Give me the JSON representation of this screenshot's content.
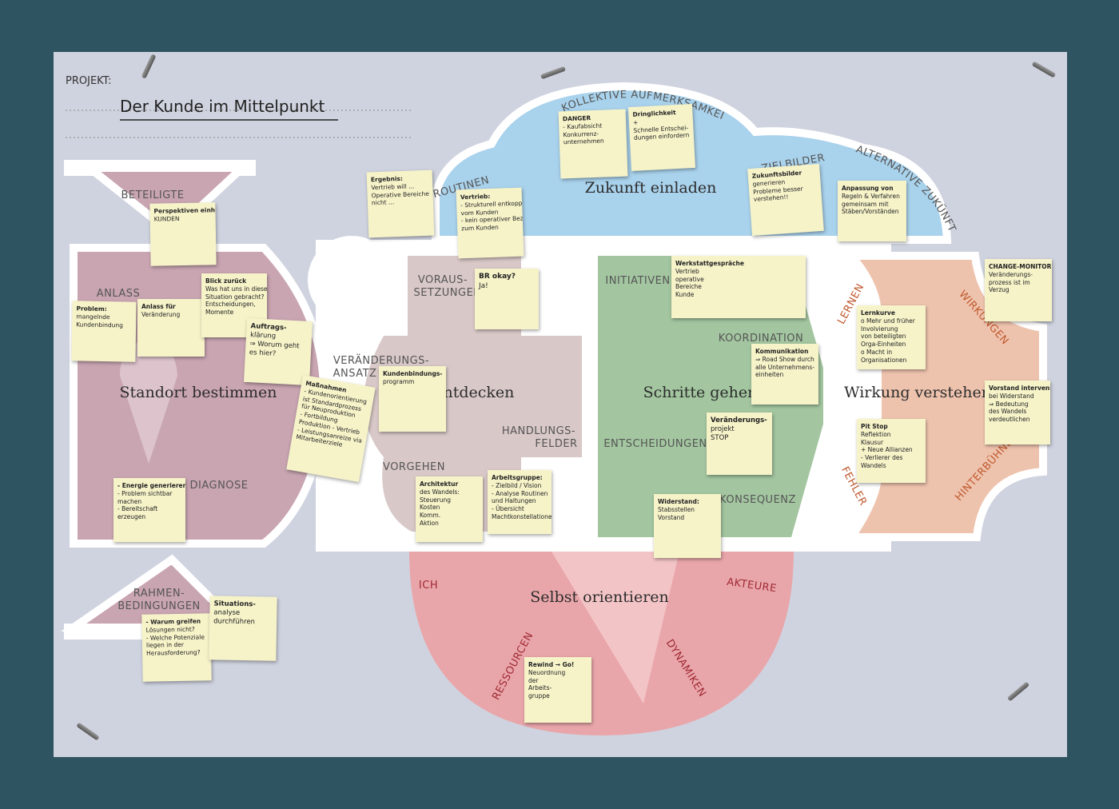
{
  "header": {
    "project_label": "PROJEKT:",
    "project_title": "Der Kunde im Mittelpunkt"
  },
  "zones": {
    "standort": {
      "title": "Standort bestimmen",
      "labels": [
        "BETEILIGTE",
        "ANLASS",
        "DIAGNOSE",
        "RAHMEN-",
        "BEDINGUNGEN"
      ]
    },
    "entdecken": {
      "title": "Entdecken",
      "labels": [
        "VORAUS-",
        "SETZUNGEN",
        "VERÄNDERUNGS-",
        "ANSATZ",
        "HANDLUNGS-",
        "FELDER",
        "VORGEHEN"
      ]
    },
    "zukunft": {
      "title": "Zukunft einladen",
      "arc_left": "KOLLEKTIVE AUFMERKSAMKEIT",
      "arc_right": "ALTERNATIVE ZUKÜNFTE",
      "labels": [
        "ROUTINEN",
        "ZIELBILDER"
      ]
    },
    "schritte": {
      "title": "Schritte gehen",
      "labels": [
        "INITIATIVEN",
        "KOORDINATION",
        "ENTSCHEIDUNGEN",
        "KONSEQUENZ"
      ]
    },
    "wirkung": {
      "title": "Wirkung verstehen",
      "labels": [
        "LERNEN",
        "WIRKUNGEN",
        "FEHLER",
        "HINTERBÜHNE"
      ]
    },
    "selbst": {
      "title": "Selbst orientieren",
      "labels": [
        "ICH",
        "AKTEURE",
        "RESSOURCEN",
        "DYNAMIKEN"
      ]
    }
  },
  "notes": [
    {
      "id": "perspektiven",
      "lines": [
        "Perspektiven einholen",
        "KUNDEN"
      ]
    },
    {
      "id": "problem",
      "lines": [
        "Problem:",
        "mangelnde",
        "Kundenbindung"
      ]
    },
    {
      "id": "anlass",
      "lines": [
        "Anlass für",
        "Veränderung"
      ]
    },
    {
      "id": "blick",
      "lines": [
        "Blick zurück",
        "Was hat uns in diese",
        "Situation gebracht?",
        "Entscheidungen,",
        "Momente"
      ]
    },
    {
      "id": "auftrag",
      "lines": [
        "Auftrags-",
        "klärung",
        "⇒ Worum geht",
        "es hier?"
      ]
    },
    {
      "id": "energie",
      "lines": [
        "- Energie generieren",
        "- Problem sichtbar",
        "machen",
        "- Bereitschaft",
        "erzeugen"
      ]
    },
    {
      "id": "warum",
      "lines": [
        "- Warum greifen",
        "Lösungen nicht?",
        "- Welche Potenziale",
        "liegen in der",
        "Herausforderung?"
      ]
    },
    {
      "id": "situation",
      "lines": [
        "Situations-",
        "analyse",
        "durchführen"
      ]
    },
    {
      "id": "ergebnis",
      "lines": [
        "Ergebnis:",
        "Vertrieb will ...",
        "Operative Bereiche",
        "nicht ..."
      ]
    },
    {
      "id": "vertrieb",
      "lines": [
        "Vertrieb:",
        "- Strukturell entkoppelt",
        "vom Kunden",
        "- kein operativer Bezug",
        "zum Kunden"
      ]
    },
    {
      "id": "danger",
      "lines": [
        "DANGER",
        "- Kaufabsicht",
        "Konkurrenz-",
        "unternehmen"
      ]
    },
    {
      "id": "dringlich",
      "lines": [
        "Dringlichkeit",
        "+",
        "Schnelle Entschei-",
        "dungen einfordern"
      ]
    },
    {
      "id": "zukunftsbilder",
      "lines": [
        "Zukunftsbilder",
        "generieren",
        "Probleme besser",
        "verstehen!!"
      ]
    },
    {
      "id": "anpassung",
      "lines": [
        "Anpassung von",
        "Regeln & Verfahren",
        "gemeinsam mit",
        "Stäben/Vorständen"
      ]
    },
    {
      "id": "br",
      "lines": [
        "BR okay?",
        "Ja!"
      ]
    },
    {
      "id": "massnahmen",
      "lines": [
        "Maßnahmen",
        "- Kundenorientierung",
        "ist Standardprozess",
        "für Neuproduktion",
        "- Fortbildung",
        "Produktion - Vertrieb",
        "- Leistungsanreize via",
        "Mitarbeiterziele"
      ]
    },
    {
      "id": "kundenbindung",
      "lines": [
        "Kundenbindungs-",
        "programm"
      ]
    },
    {
      "id": "architektur",
      "lines": [
        "Architektur",
        "des Wandels:",
        "Steuerung",
        "Kosten",
        "Komm.",
        "Aktion"
      ]
    },
    {
      "id": "arbeitsgruppe",
      "lines": [
        "Arbeitsgruppe:",
        "- Zielbild / Vision",
        "- Analyse Routinen",
        "und Haltungen",
        "- Übersicht",
        "Machtkonstellationen"
      ]
    },
    {
      "id": "werkstatt",
      "lines": [
        "Werkstattgespräche",
        "Vertrieb",
        "operative",
        "Bereiche",
        "Kunde"
      ]
    },
    {
      "id": "kommunikation",
      "lines": [
        "Kommunikation",
        "⇒ Road Show durch",
        "alle Unternehmens-",
        "einheiten"
      ]
    },
    {
      "id": "projekt",
      "lines": [
        "Veränderungs-",
        "projekt",
        "STOP"
      ]
    },
    {
      "id": "widerstand",
      "lines": [
        "Widerstand:",
        "Stabsstellen",
        "Vorstand"
      ]
    },
    {
      "id": "change",
      "lines": [
        "CHANGE-MONITORING",
        "Veränderungs-",
        "prozess ist im",
        "Verzug"
      ]
    },
    {
      "id": "lernkurve",
      "lines": [
        "Lernkurve",
        "o Mehr und früher",
        "Involvierung",
        "von beteiligten",
        "Orga-Einheiten",
        "o Macht in",
        "Organisationen"
      ]
    },
    {
      "id": "vorstand",
      "lines": [
        "Vorstand interveniert",
        "bei Widerstand",
        "⇒ Bedeutung",
        "des Wandels",
        "verdeutlichen"
      ]
    },
    {
      "id": "pitstop",
      "lines": [
        "Pit Stop",
        "Reflektion",
        "Klausur",
        "+ Neue Allianzen",
        "- Verlierer des",
        "Wandels"
      ]
    },
    {
      "id": "rewind",
      "lines": [
        "Rewind → Go!",
        "Neuordnung",
        "der",
        "Arbeits-",
        "gruppe"
      ]
    }
  ],
  "colors": {
    "background": "#2f5461",
    "board": "#cfd3df",
    "standort": "#c9a5b2",
    "entdecken": "#d9c8c8",
    "zukunft": "#a9d2ec",
    "schritte": "#a3c6a0",
    "wirkung": "#eec3ae",
    "selbst": "#e9a6aa",
    "note": "#f6f3c9"
  }
}
